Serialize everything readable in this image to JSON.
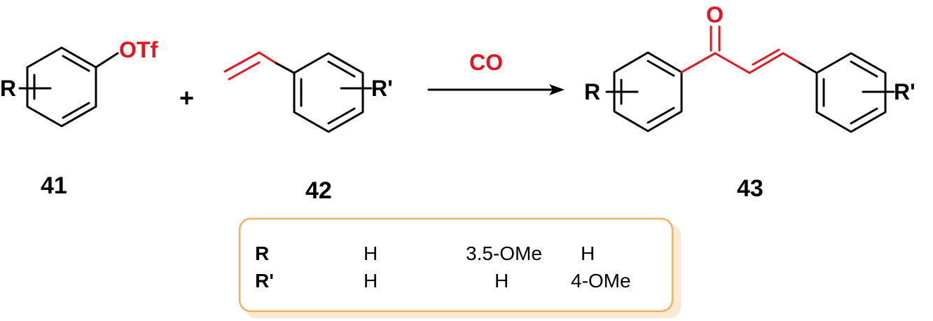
{
  "colors": {
    "bond": "#000000",
    "highlight": "#e8131b",
    "box_border": "#f0b060",
    "box_shadow": "#fbe9d3"
  },
  "reactant1": {
    "compound_number": "41",
    "substituent_left": "R",
    "leaving_group": "OTf"
  },
  "plus_sign": "+",
  "reactant2": {
    "compound_number": "42",
    "substituent_right": "R'"
  },
  "reagent": {
    "label": "CO"
  },
  "product": {
    "compound_number": "43",
    "substituent_left": "R",
    "substituent_right": "R'",
    "carbonyl_oxygen": "O"
  },
  "substituent_table": {
    "rows": [
      {
        "label": "R",
        "values": [
          "H",
          "3.5-OMe",
          "H"
        ]
      },
      {
        "label": "R'",
        "values": [
          "H",
          "H",
          "4-OMe"
        ]
      }
    ]
  }
}
